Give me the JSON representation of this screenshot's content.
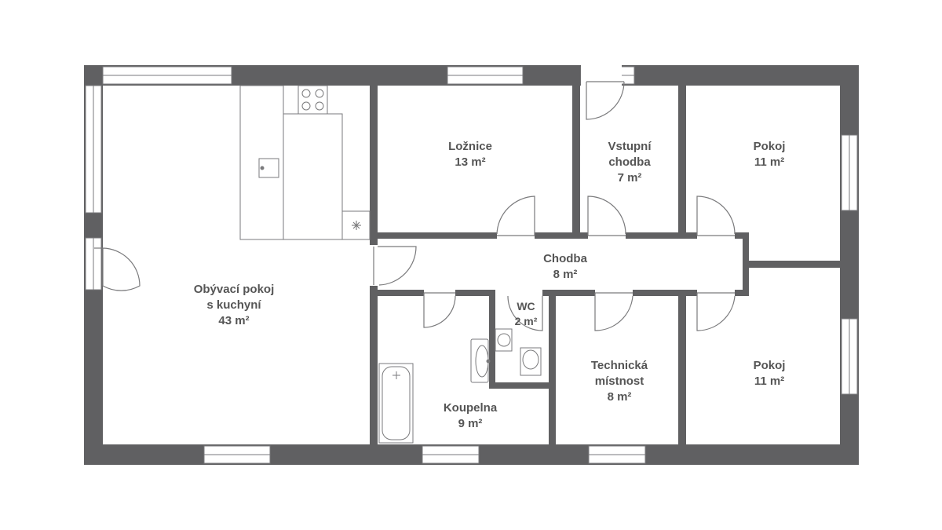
{
  "colors": {
    "wall": "#606062",
    "line": "#7a7a7c",
    "window_fill": "#ffffff",
    "background": "#ffffff",
    "text": "#555555"
  },
  "rooms": {
    "living": {
      "name_1": "Obývací pokoj",
      "name_2": "s kuchyní",
      "area": "43 m²"
    },
    "bedroom": {
      "name_1": "Ložnice",
      "area": "13 m²"
    },
    "entrance": {
      "name_1": "Vstupní",
      "name_2": "chodba",
      "area": "7 m²"
    },
    "room_ne": {
      "name_1": "Pokoj",
      "area": "11 m²"
    },
    "hallway": {
      "name_1": "Chodba",
      "area": "8 m²"
    },
    "wc": {
      "name_1": "WC",
      "area": "2 m²"
    },
    "bathroom": {
      "name_1": "Koupelna",
      "area": "9 m²"
    },
    "utility": {
      "name_1": "Technická",
      "name_2": "místnost",
      "area": "8 m²"
    },
    "room_se": {
      "name_1": "Pokoj",
      "area": "11 m²"
    }
  }
}
